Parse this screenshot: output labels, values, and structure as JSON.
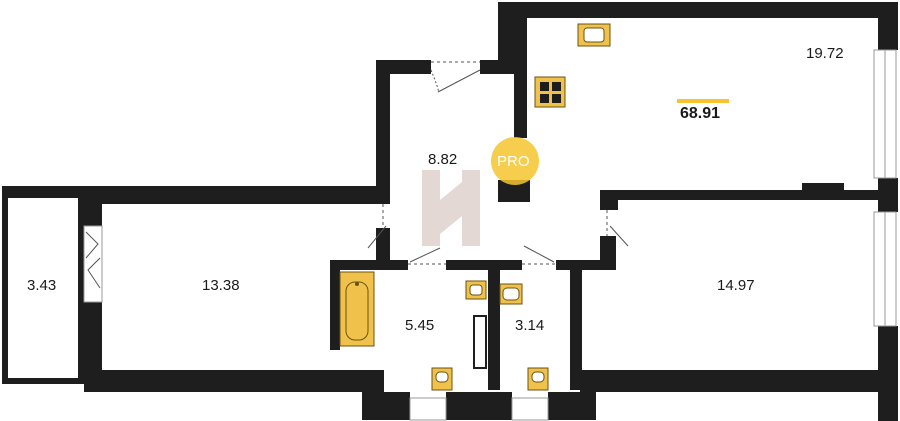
{
  "plan": {
    "total_area": "68.91",
    "rooms": [
      {
        "id": "living",
        "area": "19.72"
      },
      {
        "id": "hall",
        "area": "8.82"
      },
      {
        "id": "bedroom-left",
        "area": "13.38"
      },
      {
        "id": "balcony",
        "area": "3.43"
      },
      {
        "id": "bathroom",
        "area": "5.45"
      },
      {
        "id": "toilet",
        "area": "3.14"
      },
      {
        "id": "bedroom-right",
        "area": "14.97"
      }
    ],
    "badge": "PRO"
  },
  "colors": {
    "wall": "#1e1e1e",
    "fixture_fill": "#f1c24b",
    "fixture_stroke": "#6b5310",
    "accent": "#f6c42f",
    "logo": "#e3d8d4"
  }
}
